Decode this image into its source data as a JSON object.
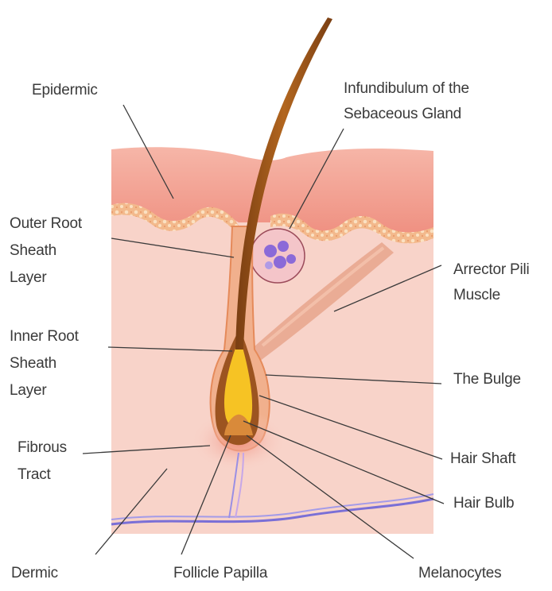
{
  "diagram": {
    "labels": {
      "epidermic": "Epidermic",
      "infundibulum_line1": "Infundibulum of the",
      "infundibulum_line2": "Sebaceous Gland",
      "outer_root_line1": "Outer Root",
      "outer_root_line2": "Sheath",
      "outer_root_line3": "Layer",
      "arrector_line1": "Arrector Pili",
      "arrector_line2": "Muscle",
      "inner_root_line1": "Inner Root",
      "inner_root_line2": "Sheath",
      "inner_root_line3": "Layer",
      "bulge": "The Bulge",
      "fibrous_line1": "Fibrous",
      "fibrous_line2": "Tract",
      "hair_shaft": "Hair Shaft",
      "hair_bulb": "Hair Bulb",
      "dermic": "Dermic",
      "follicle_papilla": "Follicle Papilla",
      "melanocytes": "Melanocytes"
    },
    "colors": {
      "epidermis_top": "#f4a99b",
      "epidermis_band": "#ef7f6e",
      "dermis": "#f8d3c9",
      "hair": "#a05a1e",
      "hair_core": "#f6c324",
      "vessel": "#7a6fd6",
      "leader_line": "#3a3a3a"
    }
  }
}
